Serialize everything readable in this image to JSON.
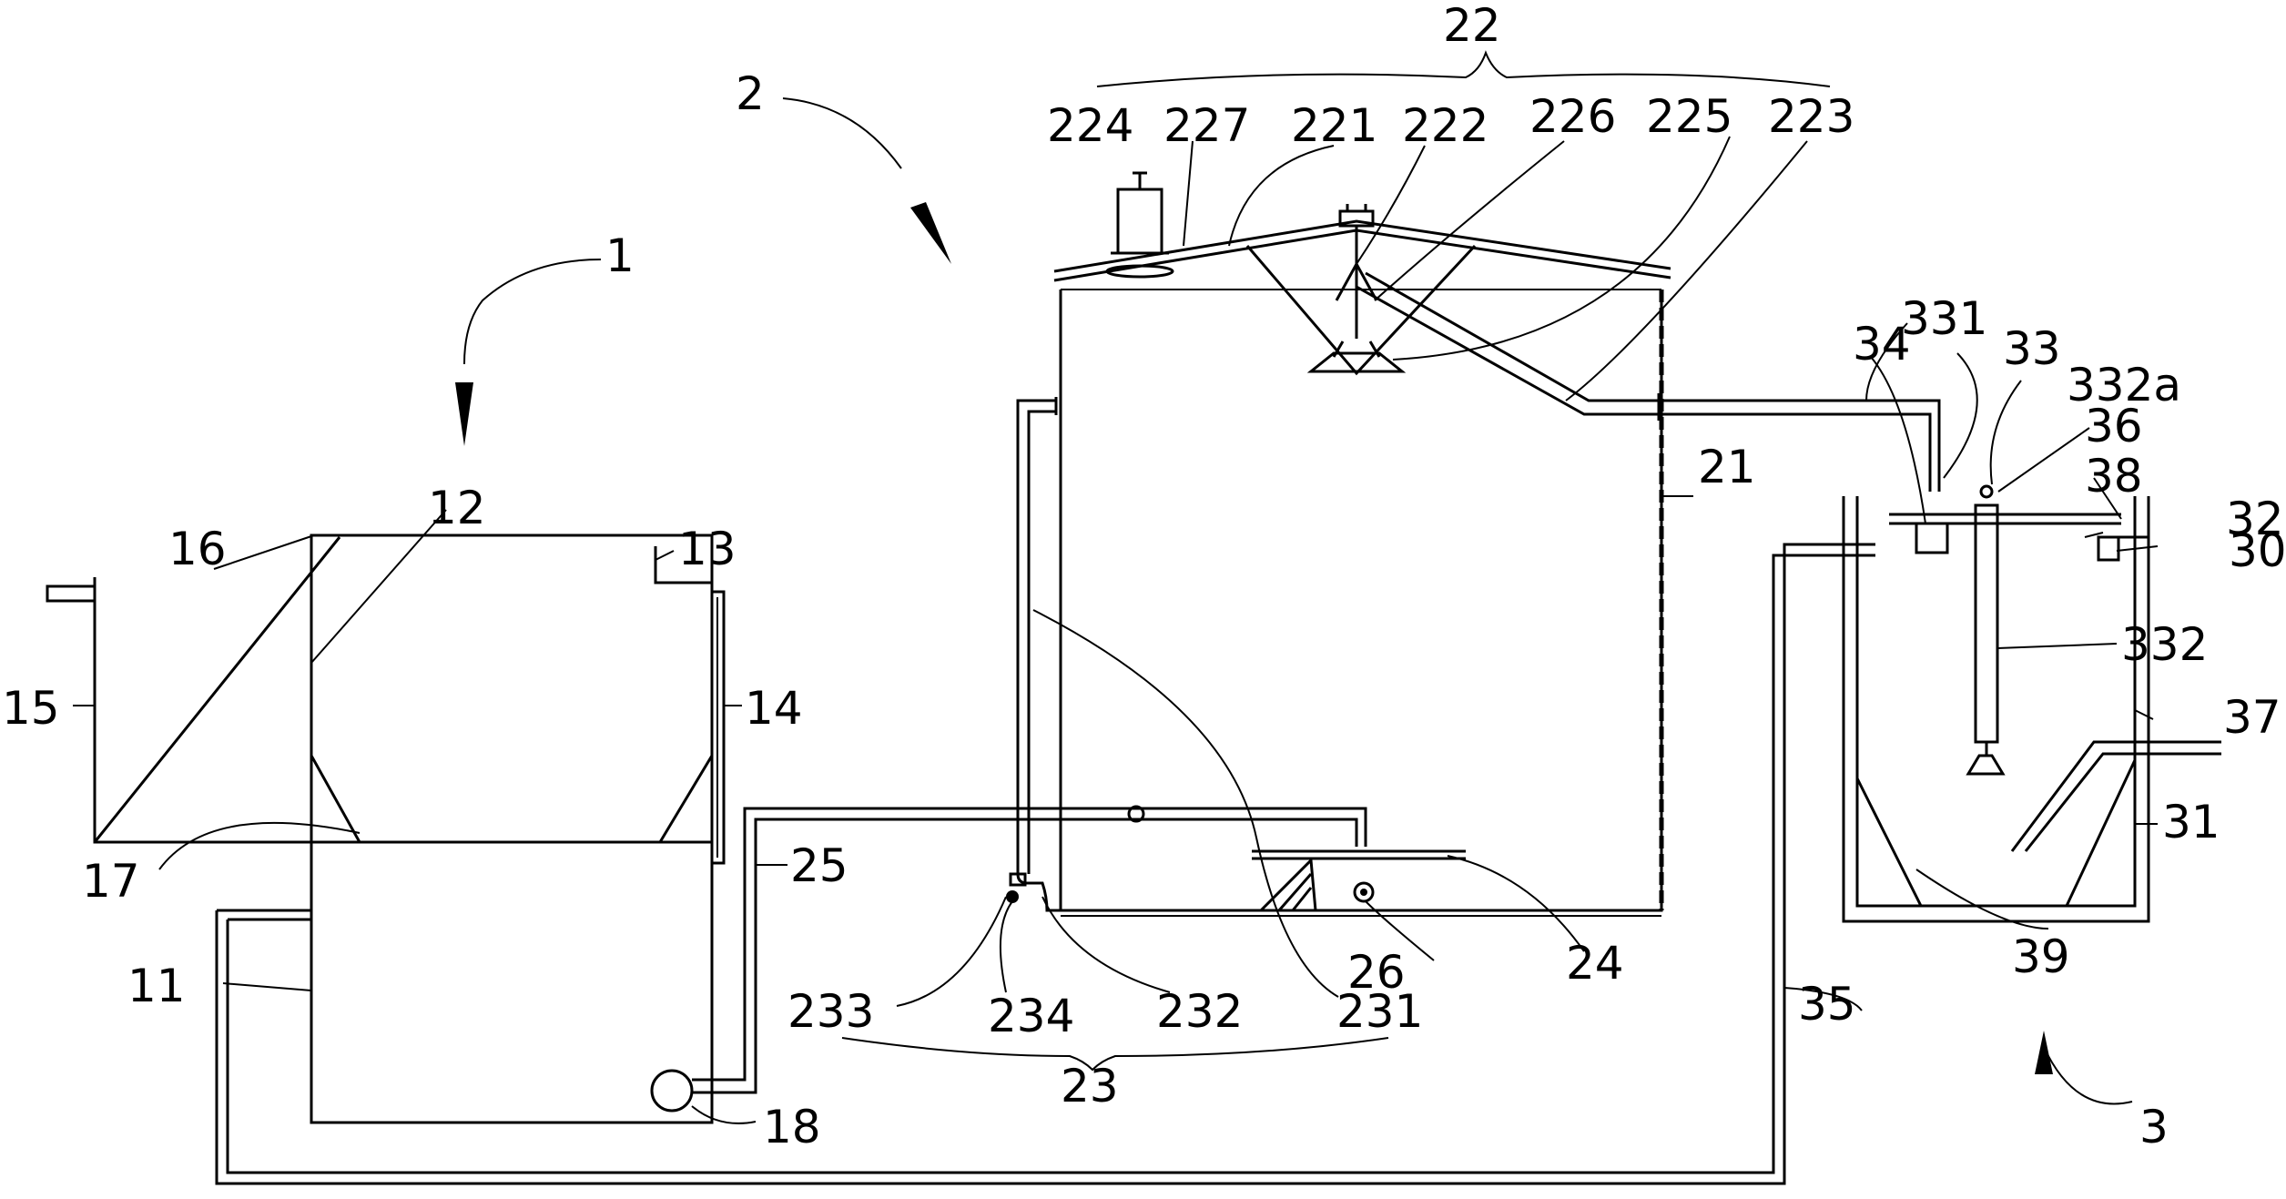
{
  "labels": {
    "l1": "1",
    "l2": "2",
    "l3": "3",
    "l11": "11",
    "l12": "12",
    "l13": "13",
    "l14": "14",
    "l15": "15",
    "l16": "16",
    "l17": "17",
    "l18": "18",
    "l21": "21",
    "l22": "22",
    "l23": "23",
    "l24": "24",
    "l25": "25",
    "l26": "26",
    "l221": "221",
    "l222": "222",
    "l223": "223",
    "l224": "224",
    "l225": "225",
    "l226": "226",
    "l227": "227",
    "l231": "231",
    "l232": "232",
    "l233": "233",
    "l234": "234",
    "l30": "30",
    "l31": "31",
    "l32": "32",
    "l33": "33",
    "l331": "331",
    "l332": "332",
    "l332a": "332a",
    "l34": "34",
    "l35": "35",
    "l36": "36",
    "l37": "37",
    "l38": "38",
    "l39": "39"
  },
  "colors": {
    "line": "#000000",
    "background": "#ffffff"
  }
}
